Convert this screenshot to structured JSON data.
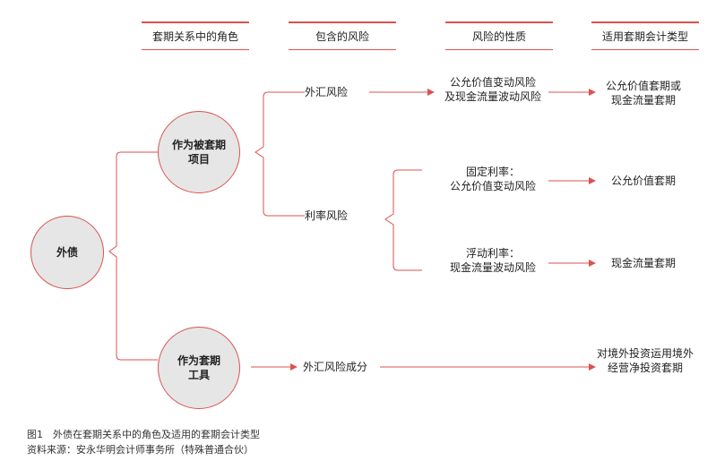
{
  "headers": {
    "col1": "套期关系中的角色",
    "col2": "包含的风险",
    "col3": "风险的性质",
    "col4": "适用套期会计类型"
  },
  "nodes": {
    "root": "外债",
    "hedged_item": {
      "line1": "作为被套期",
      "line2": "项目"
    },
    "hedging_instrument": {
      "line1": "作为套期",
      "line2": "工具"
    }
  },
  "risks": {
    "fx_risk": "外汇风险",
    "ir_risk": "利率风险",
    "fx_component": "外汇风险成分"
  },
  "nature": {
    "fx": {
      "line1": "公允价值变动风险",
      "line2": "及现金流量波动风险"
    },
    "fixed": {
      "line1": "固定利率：",
      "line2": "公允价值变动风险"
    },
    "floating": {
      "line1": "浮动利率：",
      "line2": "现金流量波动风险"
    }
  },
  "accounting": {
    "fx": {
      "line1": "公允价值套期或",
      "line2": "现金流量套期"
    },
    "fixed": "公允价值套期",
    "floating": "现金流量套期",
    "instrument": {
      "line1": "对境外投资运用境外",
      "line2": "经营净投资套期"
    }
  },
  "caption": {
    "figure": "图1　外债在套期关系中的角色及适用的套期会计类型",
    "source": "资料来源：安永华明会计师事务所（特殊普通合伙）"
  },
  "colors": {
    "accent": "#d9534f",
    "circle_fill": "#e6e6e6"
  }
}
